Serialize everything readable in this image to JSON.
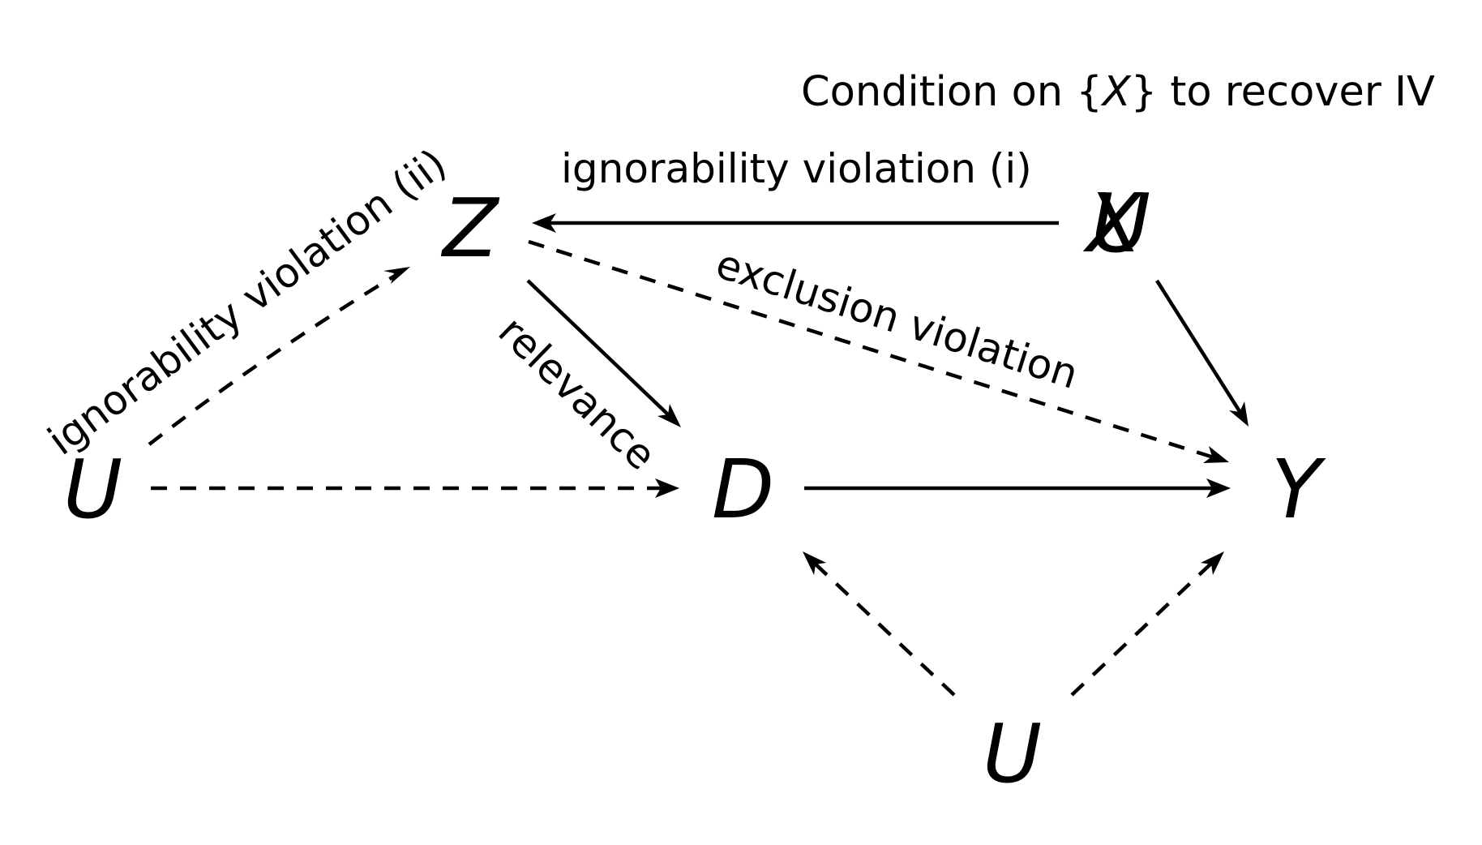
{
  "title": {
    "prefix": "Condition on ",
    "lbrace": "{",
    "var": "X",
    "rbrace": "}",
    "suffix": " to recover IV"
  },
  "nodes": {
    "z": "Z",
    "x": "X",
    "u_overlap": "U",
    "u_left": "U",
    "d": "D",
    "y": "Y",
    "u_bottom": "U"
  },
  "edges": {
    "x_to_z": {
      "label": "ignorability violation (i)",
      "style": "solid"
    },
    "u_to_z": {
      "label": "ignorability violation (ii)",
      "style": "dashed"
    },
    "z_to_d": {
      "label": "relevance",
      "style": "solid"
    },
    "z_to_y": {
      "label": "exclusion violation",
      "style": "dashed"
    },
    "x_to_y": {
      "label": "",
      "style": "solid"
    },
    "u_to_d": {
      "label": "",
      "style": "dashed"
    },
    "d_to_y": {
      "label": "",
      "style": "solid"
    },
    "ub_to_d": {
      "label": "",
      "style": "dashed"
    },
    "ub_to_y": {
      "label": "",
      "style": "dashed"
    }
  }
}
